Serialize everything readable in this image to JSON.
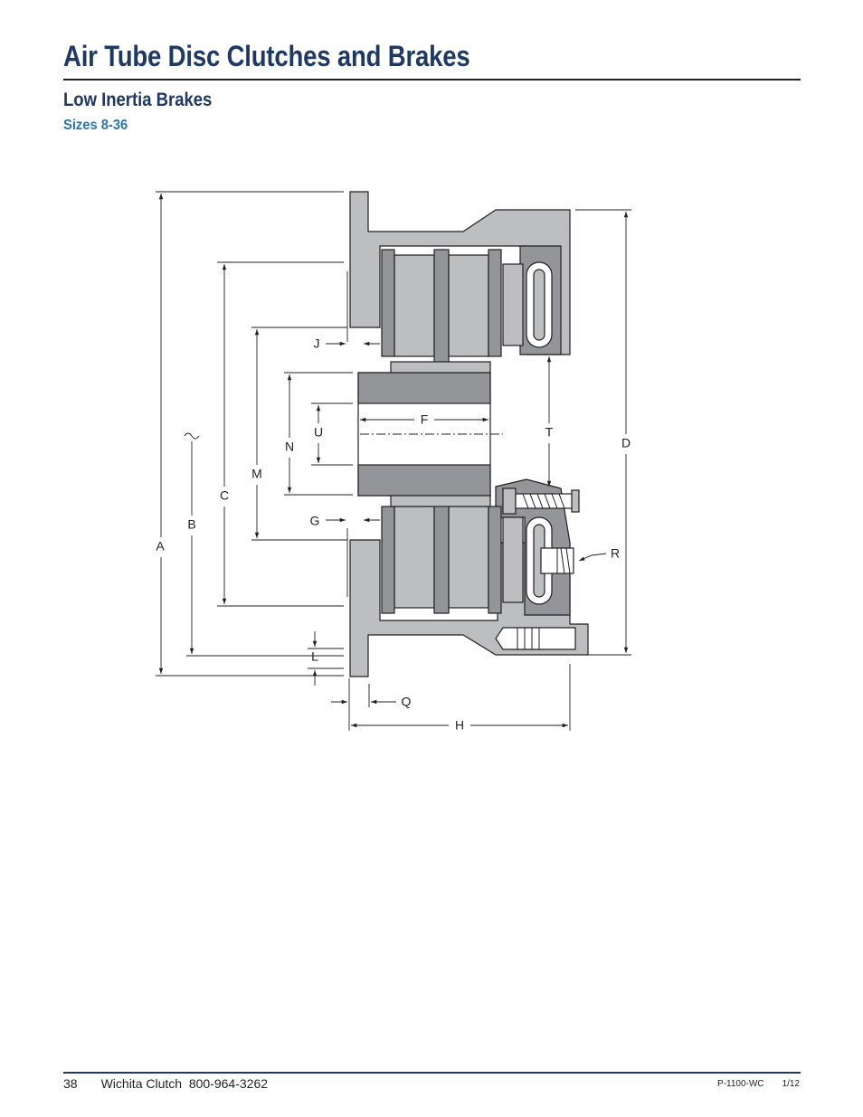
{
  "header": {
    "title": "Air Tube Disc Clutches and Brakes",
    "subtitle": "Low Inertia Brakes",
    "sizes": "Sizes 8-36"
  },
  "drawing": {
    "labels": {
      "A": "A",
      "B": "B",
      "C": "C",
      "D": "D",
      "F": "F",
      "G": "G",
      "H": "H",
      "J": "J",
      "L": "L",
      "M": "M",
      "N": "N",
      "Q": "Q",
      "R": "R",
      "T": "T",
      "U": "U"
    }
  },
  "footer": {
    "page": "38",
    "company": "Wichita Clutch  800-964-3262",
    "code": "P-1100-WC",
    "date": "1/12"
  },
  "colors": {
    "title": "#1f3864",
    "sizes": "#2e75b6",
    "part_gray": "#bcbec0",
    "dark_gray": "#939598"
  }
}
